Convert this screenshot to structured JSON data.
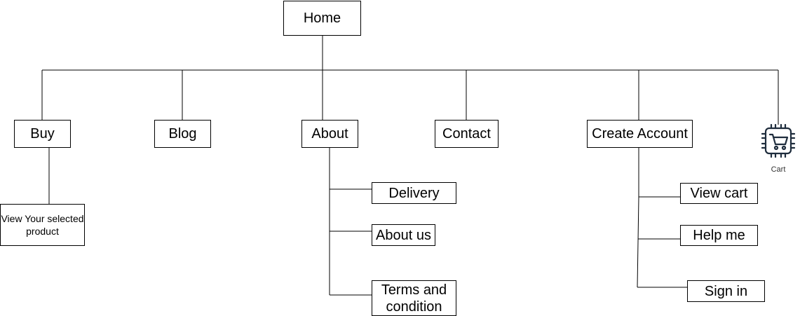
{
  "diagram": {
    "root": "Home",
    "top_level": {
      "buy": "Buy",
      "blog": "Blog",
      "about": "About",
      "contact": "Contact",
      "create_account": "Create Account",
      "cart": "Cart"
    },
    "buy_children": {
      "view_product": "View Your selected product"
    },
    "about_children": {
      "delivery": "Delivery",
      "about_us": "About us",
      "terms": "Terms and condition"
    },
    "account_children": {
      "view_cart": "View cart",
      "help_me": "Help me",
      "sign_in": "Sign in"
    },
    "icons": {
      "cart": "cart-chip-icon"
    },
    "colors": {
      "line": "#000000",
      "box_border": "#000000",
      "cart_icon": "#1f2d3d"
    }
  }
}
